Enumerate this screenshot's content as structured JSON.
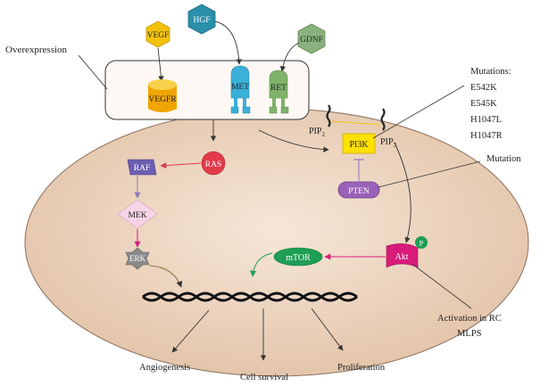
{
  "labels": {
    "overexpression": "Overexpression",
    "mutations_header": "Mutations:",
    "mutation_list": [
      "E542K",
      "E545K",
      "H1047L",
      "H1047R"
    ],
    "mutation_single": "Mutation",
    "activation_line1": "Activation in RC",
    "activation_line2": "MLPS"
  },
  "nodes": {
    "vegf": "VEGF",
    "hgf": "HGF",
    "gdnf": "GDNF",
    "vegfr": "VEGFR",
    "met": "MET",
    "ret": "RET",
    "ras": "RAS",
    "raf": "RAF",
    "mek": "MEK",
    "erk": "ERK",
    "pip2": "PIP",
    "pip2_sub": "2",
    "pip3": "PIP",
    "pip3_sub": "3",
    "pi3k": "PI3K",
    "pten": "PTEN",
    "akt": "Akt",
    "akt_p": "P",
    "mtor": "mTOR"
  },
  "outcomes": {
    "angiogenesis": "Angiogenesis",
    "cell_survival": "Cell survival",
    "proliferation": "Proliferation"
  },
  "colors": {
    "cell_fill": "#ecd6c2",
    "cell_stroke": "#8a6f5c",
    "vegf": "#f4c20d",
    "hgf": "#2a8fa8",
    "gdnf": "#8ab17d",
    "vegfr": "#f0a500",
    "met": "#3ab0d9",
    "ret": "#7fb26b",
    "ras": "#e23a4a",
    "raf": "#6b5fb2",
    "mek": "#f6d3e6",
    "erk": "#8a8a8a",
    "pi3k": "#ffe000",
    "pten": "#9a62b8",
    "akt": "#d81b7b",
    "phospho": "#1f9e55",
    "mtor": "#1f9e55",
    "inhibit_arrow": "#e23a4a",
    "mtor_arrow": "#d81b7b"
  }
}
